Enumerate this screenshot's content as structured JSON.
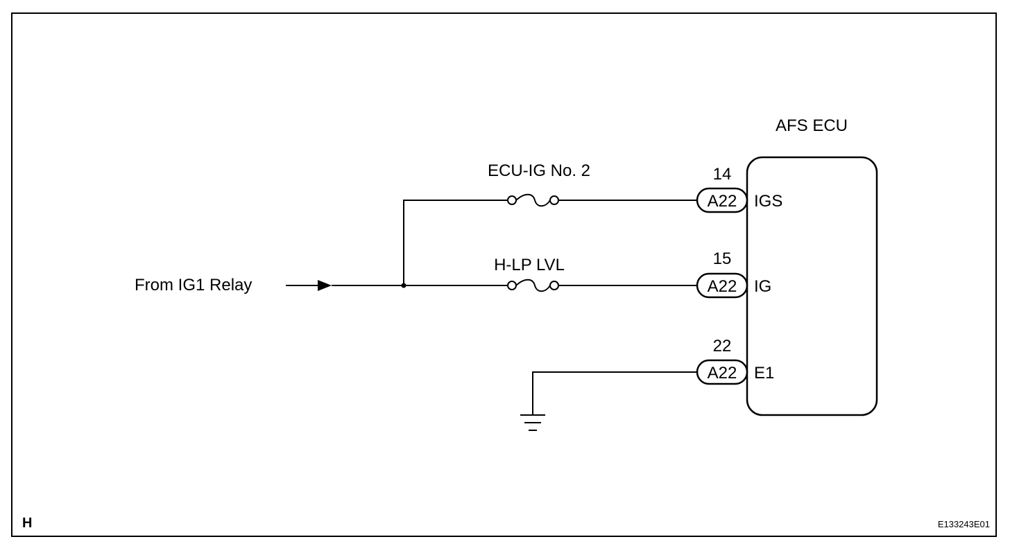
{
  "ecu": {
    "title": "AFS ECU"
  },
  "source": {
    "label": "From IG1 Relay"
  },
  "fuses": [
    {
      "label": "ECU-IG No. 2"
    },
    {
      "label": "H-LP LVL"
    }
  ],
  "pins": [
    {
      "pin_number": "14",
      "connector": "A22",
      "terminal": "IGS"
    },
    {
      "pin_number": "15",
      "connector": "A22",
      "terminal": "IG"
    },
    {
      "pin_number": "22",
      "connector": "A22",
      "terminal": "E1"
    }
  ],
  "footer": {
    "corner_letter": "H",
    "figure_id": "E133243E01"
  }
}
